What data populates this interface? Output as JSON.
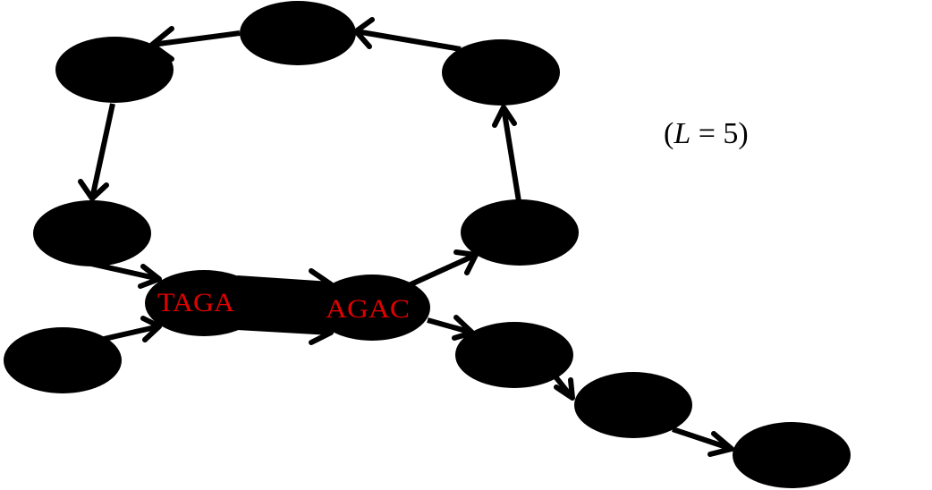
{
  "diagram": {
    "label_color": "#e00000",
    "node_color": "#000000",
    "nodes": {
      "taga": {
        "label": "TAGA"
      },
      "agac": {
        "label": "AGAC"
      }
    },
    "annotation": {
      "open": "(",
      "variable": "L",
      "rest": " = 5)"
    }
  }
}
